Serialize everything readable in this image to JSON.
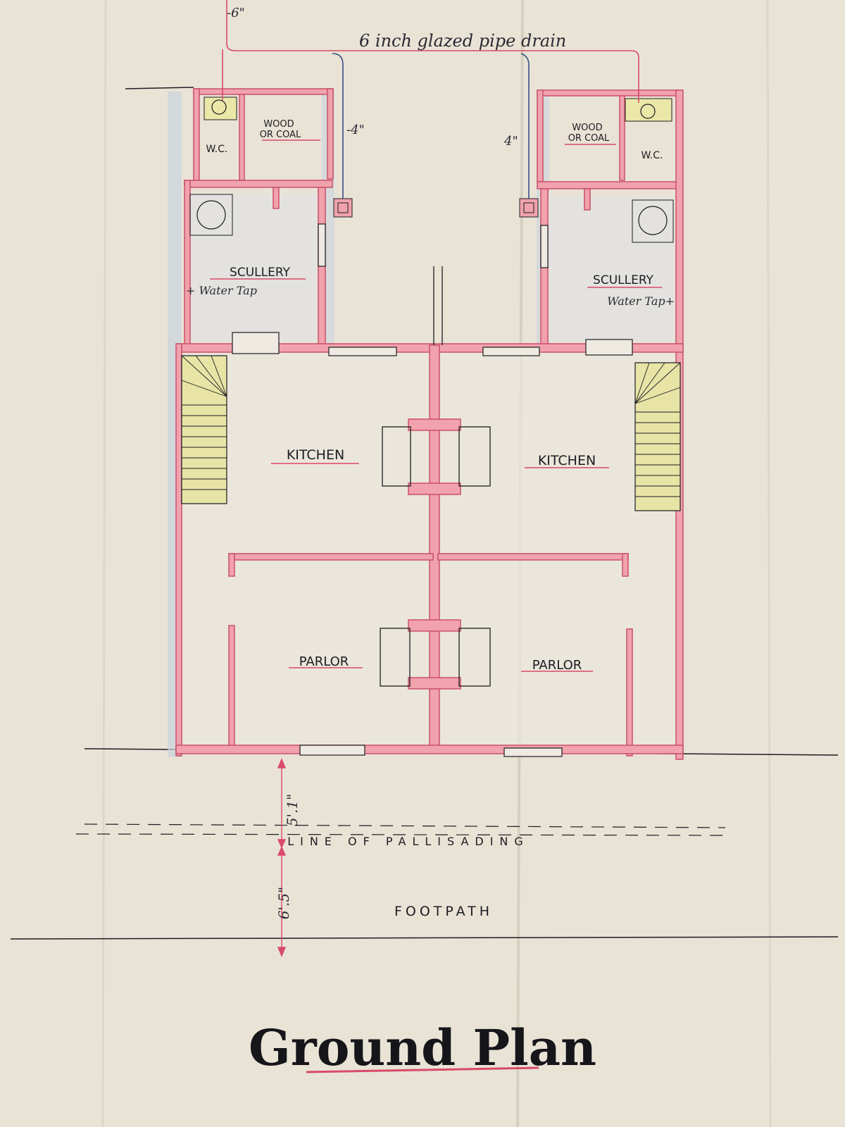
{
  "title": "Ground Plan",
  "drain_note": "6 inch glazed pipe drain",
  "pipe_marks": {
    "top_left": "-6\"",
    "left_4in": "-4\"",
    "right_4in": "4\""
  },
  "rooms": {
    "left": {
      "wc": "W.C.",
      "wood_line1": "WOOD",
      "wood_line2": "OR COAL",
      "scullery": "SCULLERY",
      "water_tap": "+ Water Tap",
      "kitchen": "KITCHEN",
      "parlor": "PARLOR"
    },
    "right": {
      "wc": "W.C.",
      "wood_line1": "WOOD",
      "wood_line2": "OR COAL",
      "scullery": "SCULLERY",
      "water_tap": "Water Tap+",
      "kitchen": "KITCHEN",
      "parlor": "PARLOR"
    }
  },
  "dimensions": {
    "front_to_pallisading": "5'.1\"",
    "pallisading_to_kerb": "6'.5\""
  },
  "pallisading_label": "LINE OF PALLISADING",
  "footpath_label": "FOOTPATH",
  "colors": {
    "paper": "#e9e3d6",
    "wall_fill": "#f1a2ac",
    "wall_edge": "#c9506a",
    "stair_fill": "#e7e4a6",
    "drain_red": "#d9496a",
    "drain_blue": "#3a4f87",
    "ink": "#1c1c22",
    "wash_blue": "#c9d3dc"
  }
}
